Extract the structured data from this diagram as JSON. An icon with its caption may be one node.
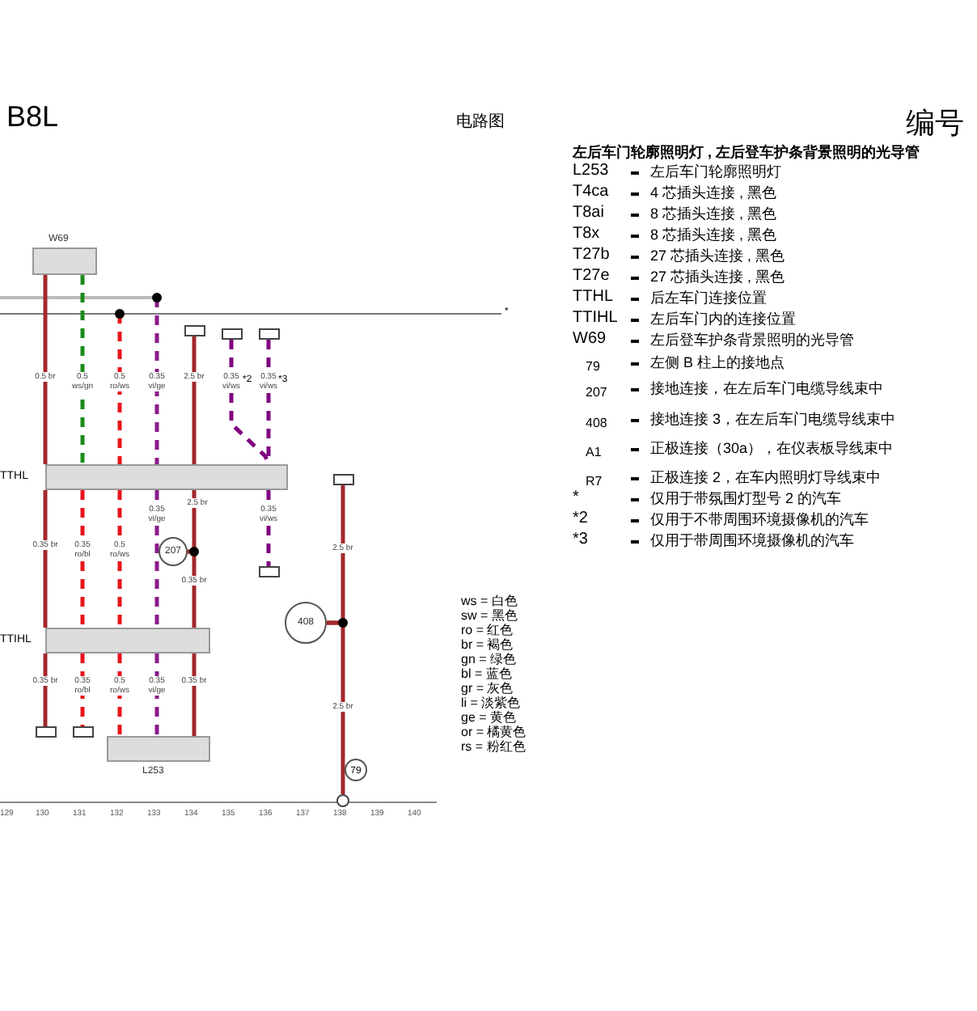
{
  "diagram": {
    "title": "B8L",
    "nodes": [
      {
        "text": [
          "W69"
        ]
      },
      {
        "text": [],
        "shape": "box"
      },
      {
        "text": [],
        "shape": "box"
      },
      {
        "text": [],
        "shape": "box"
      },
      {
        "text": [
          "TTHL"
        ]
      },
      {
        "text": [
          "207"
        ]
      },
      {
        "text": [],
        "shape": "box"
      },
      {
        "text": [
          "408"
        ]
      },
      {
        "text": [
          "TTIHL"
        ]
      },
      {
        "text": [],
        "shape": "box"
      },
      {
        "text": [],
        "shape": "box"
      },
      {
        "text": [
          "L253"
        ]
      },
      {
        "text": [],
        "shape": "box"
      },
      {
        "text": [],
        "shape": "circle",
        "beside": [
          "79"
        ]
      }
    ],
    "edges": [
      {
        "from": 0,
        "to": 4,
        "arrow": "none",
        "label": "0.5 br",
        "color": "#a3282b"
      },
      {
        "from": 4,
        "to": 8,
        "arrow": "none",
        "label": "0.35 br",
        "color": "#a3282b"
      },
      {
        "from": 8,
        "to": 9,
        "arrow": "none",
        "label": "0.35 br",
        "color": "#a3282b"
      },
      {
        "from": 0,
        "to": 4,
        "arrow": "none",
        "label": "0.5 ws/gn",
        "style": "dashed",
        "color": "#1a8c1a"
      },
      {
        "from": 4,
        "to": 8,
        "arrow": "none",
        "label": "0.35 ro/bl",
        "style": "dashed",
        "color": "#e8141b"
      },
      {
        "from": 8,
        "to": 10,
        "arrow": "none",
        "label": "0.35 ro/bl",
        "style": "dashed",
        "color": "#e8141b"
      },
      {
        "from": null,
        "to": 4,
        "arrow": "none",
        "label": "0.5 ro/ws",
        "style": "dashed",
        "color": "#e8141b"
      },
      {
        "from": 4,
        "to": 8,
        "arrow": "none",
        "label": "0.5 ro/ws",
        "style": "dashed",
        "color": "#e8141b"
      },
      {
        "from": 8,
        "to": 11,
        "arrow": "none",
        "label": "0.5 ro/ws",
        "style": "dashed",
        "color": "#e8141b"
      },
      {
        "from": null,
        "to": 4,
        "arrow": "none",
        "label": "0.35 vi/ge",
        "style": "dashed",
        "color": "#8b1a8b"
      },
      {
        "from": 4,
        "to": 8,
        "arrow": "none",
        "label": "0.35 vi/ge",
        "style": "dashed",
        "color": "#8b1a8b"
      },
      {
        "from": 8,
        "to": 11,
        "arrow": "none",
        "label": "0.35 vi/ge",
        "style": "dashed",
        "color": "#8b1a8b"
      },
      {
        "from": 1,
        "to": 4,
        "arrow": "none",
        "label": "2.5 br",
        "color": "#a3282b"
      },
      {
        "from": 4,
        "to": 5,
        "arrow": "none",
        "label": "2.5 br",
        "color": "#a3282b"
      },
      {
        "from": 5,
        "to": 8,
        "arrow": "none",
        "label": "0.35 br",
        "color": "#a3282b"
      },
      {
        "from": 8,
        "to": 11,
        "arrow": "none",
        "label": "0.35 br",
        "color": "#a3282b"
      },
      {
        "from": 2,
        "to": 4,
        "arrow": "none",
        "label": "0.35 vi/ws",
        "style": "dashed",
        "color": "#800080"
      },
      {
        "from": 3,
        "to": 4,
        "arrow": "none",
        "label": "0.35 vi/ws",
        "style": "dashed",
        "color": "#800080"
      },
      {
        "from": 4,
        "to": 12,
        "arrow": "none",
        "label": "0.35 vi/ws",
        "style": "dashed",
        "color": "#800080"
      },
      {
        "from": 6,
        "to": 7,
        "arrow": "none",
        "label": "2.5 br",
        "color": "#a3282b"
      },
      {
        "from": 7,
        "to": 13,
        "arrow": "none",
        "label": "2.5 br",
        "color": "#a3282b"
      }
    ],
    "labels": [
      "电路图",
      "编号",
      "左后车门轮廓照明灯 , 左后登车护条背景照明的光导管",
      "L253",
      "左后车门轮廓照明灯",
      "T4ca",
      "4 芯插头连接 , 黑色",
      "T8ai",
      "8 芯插头连接 , 黑色",
      "T8x",
      "8 芯插头连接 , 黑色",
      "T27b",
      "27 芯插头连接 , 黑色",
      "T27e",
      "27 芯插头连接 , 黑色",
      "TTHL",
      "后左车门连接位置",
      "TTIHL",
      "左后车门内的连接位置",
      "W69",
      "左后登车护条背景照明的光导管",
      "79",
      "左侧 B 柱上的接地点",
      "207",
      "接地连接，在左后车门电缆导线束中",
      "408",
      "接地连接 3，在左后车门电缆导线束中",
      "A1",
      "正极连接（30a），在仪表板导线束中",
      "R7",
      "正极连接 2，在车内照明灯导线束中",
      "*",
      "仅用于带氛围灯型号 2 的汽车",
      "*2",
      "仅用于不带周围环境摄像机的汽车",
      "*3",
      "仅用于带周围环境摄像机的汽车",
      "*",
      "*2",
      "*3",
      "ws = 白色",
      "sw = 黑色",
      "ro = 红色",
      "br = 褐色",
      "gn = 绿色",
      "bl = 蓝色",
      "gr = 灰色",
      "li = 淡紫色",
      "ge = 黄色",
      "or = 橘黄色",
      "rs = 粉红色",
      "129",
      "130",
      "131",
      "132",
      "133",
      "134",
      "135",
      "136",
      "137",
      "138",
      "139",
      "140"
    ]
  }
}
